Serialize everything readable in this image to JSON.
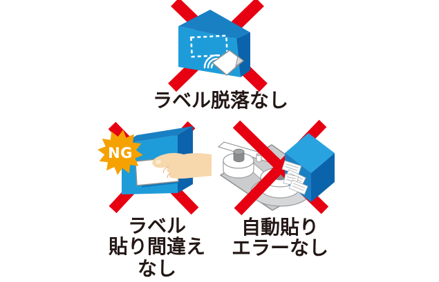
{
  "background": "#FFFFFF",
  "colors": {
    "red": "#E60012",
    "box_front_blue": "#1E9CD9",
    "box_top_blue": "#1A80C4",
    "box_side_blue": "#0B63AC",
    "iso_box_top_blue": "#29A3DF",
    "ng_orange": "#F5A200",
    "ng_text": "#FFFFFF",
    "caption_text": "#231815",
    "skin": "#F7D7AC",
    "machine_gray": "#CBCCCD"
  },
  "figures": {
    "detach": {
      "caption": "ラベル脱落なし"
    },
    "misplace": {
      "badge": "NG",
      "caption_line1": "ラベル",
      "caption_line2": "貼り間違え",
      "caption_line3": "なし"
    },
    "machine": {
      "caption_line1": "自動貼り",
      "caption_line2": "エラーなし"
    }
  }
}
